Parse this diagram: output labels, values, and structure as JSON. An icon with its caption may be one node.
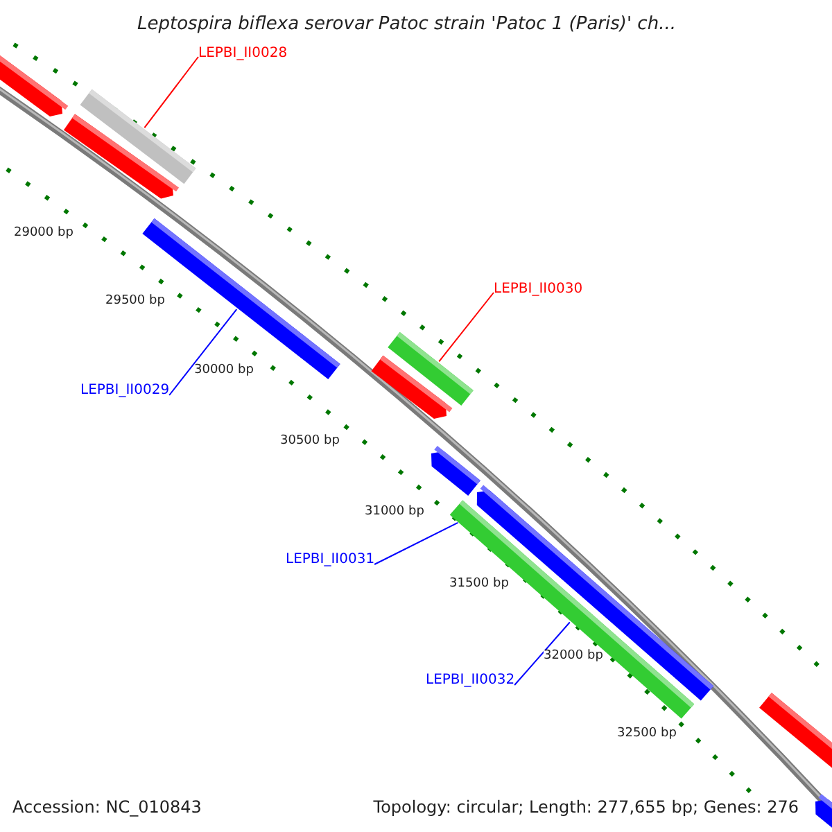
{
  "diagram": {
    "title": "Leptospira biflexa serovar Patoc strain 'Patoc 1 (Paris)' ch...",
    "nodes": [
      {
        "text": [],
        "shape": "bar"
      },
      {
        "text": [
          "LEPBI_II0028"
        ]
      },
      {
        "text": [],
        "shape": "bar"
      },
      {
        "text": [],
        "shape": "bar"
      },
      {
        "text": [],
        "shape": "bar"
      },
      {
        "text": [
          "LEPBI_II0030"
        ]
      },
      {
        "text": [
          "LEPBI_II0029"
        ]
      },
      {
        "text": [],
        "shape": "bar"
      },
      {
        "text": [],
        "shape": "bar"
      },
      {
        "text": [],
        "shape": "bar"
      },
      {
        "text": [
          "LEPBI_II0031"
        ]
      },
      {
        "text": [],
        "shape": "bar"
      },
      {
        "text": [],
        "shape": "bar"
      },
      {
        "text": [
          "LEPBI_II0032"
        ]
      },
      {
        "text": [],
        "shape": "bar"
      },
      {
        "text": [],
        "shape": "bar"
      }
    ],
    "edges": [
      {
        "from": 1,
        "to": 2,
        "arrow": "none",
        "color": "#ff0000"
      },
      {
        "from": 6,
        "to": 4,
        "arrow": "none"
      },
      {
        "from": 5,
        "to": 7,
        "arrow": "none",
        "color": "#ff0000"
      },
      {
        "from": 10,
        "to": 12,
        "arrow": "none"
      },
      {
        "from": 13,
        "to": 12,
        "arrow": "none"
      }
    ],
    "labels": [
      "29000 bp",
      "29500 bp",
      "30000 bp",
      "30500 bp",
      "31000 bp",
      "31500 bp",
      "32000 bp",
      "32500 bp",
      "Accession: NC_010843",
      "Topology: circular; Length: 277,655 bp; Genes: 276"
    ]
  }
}
